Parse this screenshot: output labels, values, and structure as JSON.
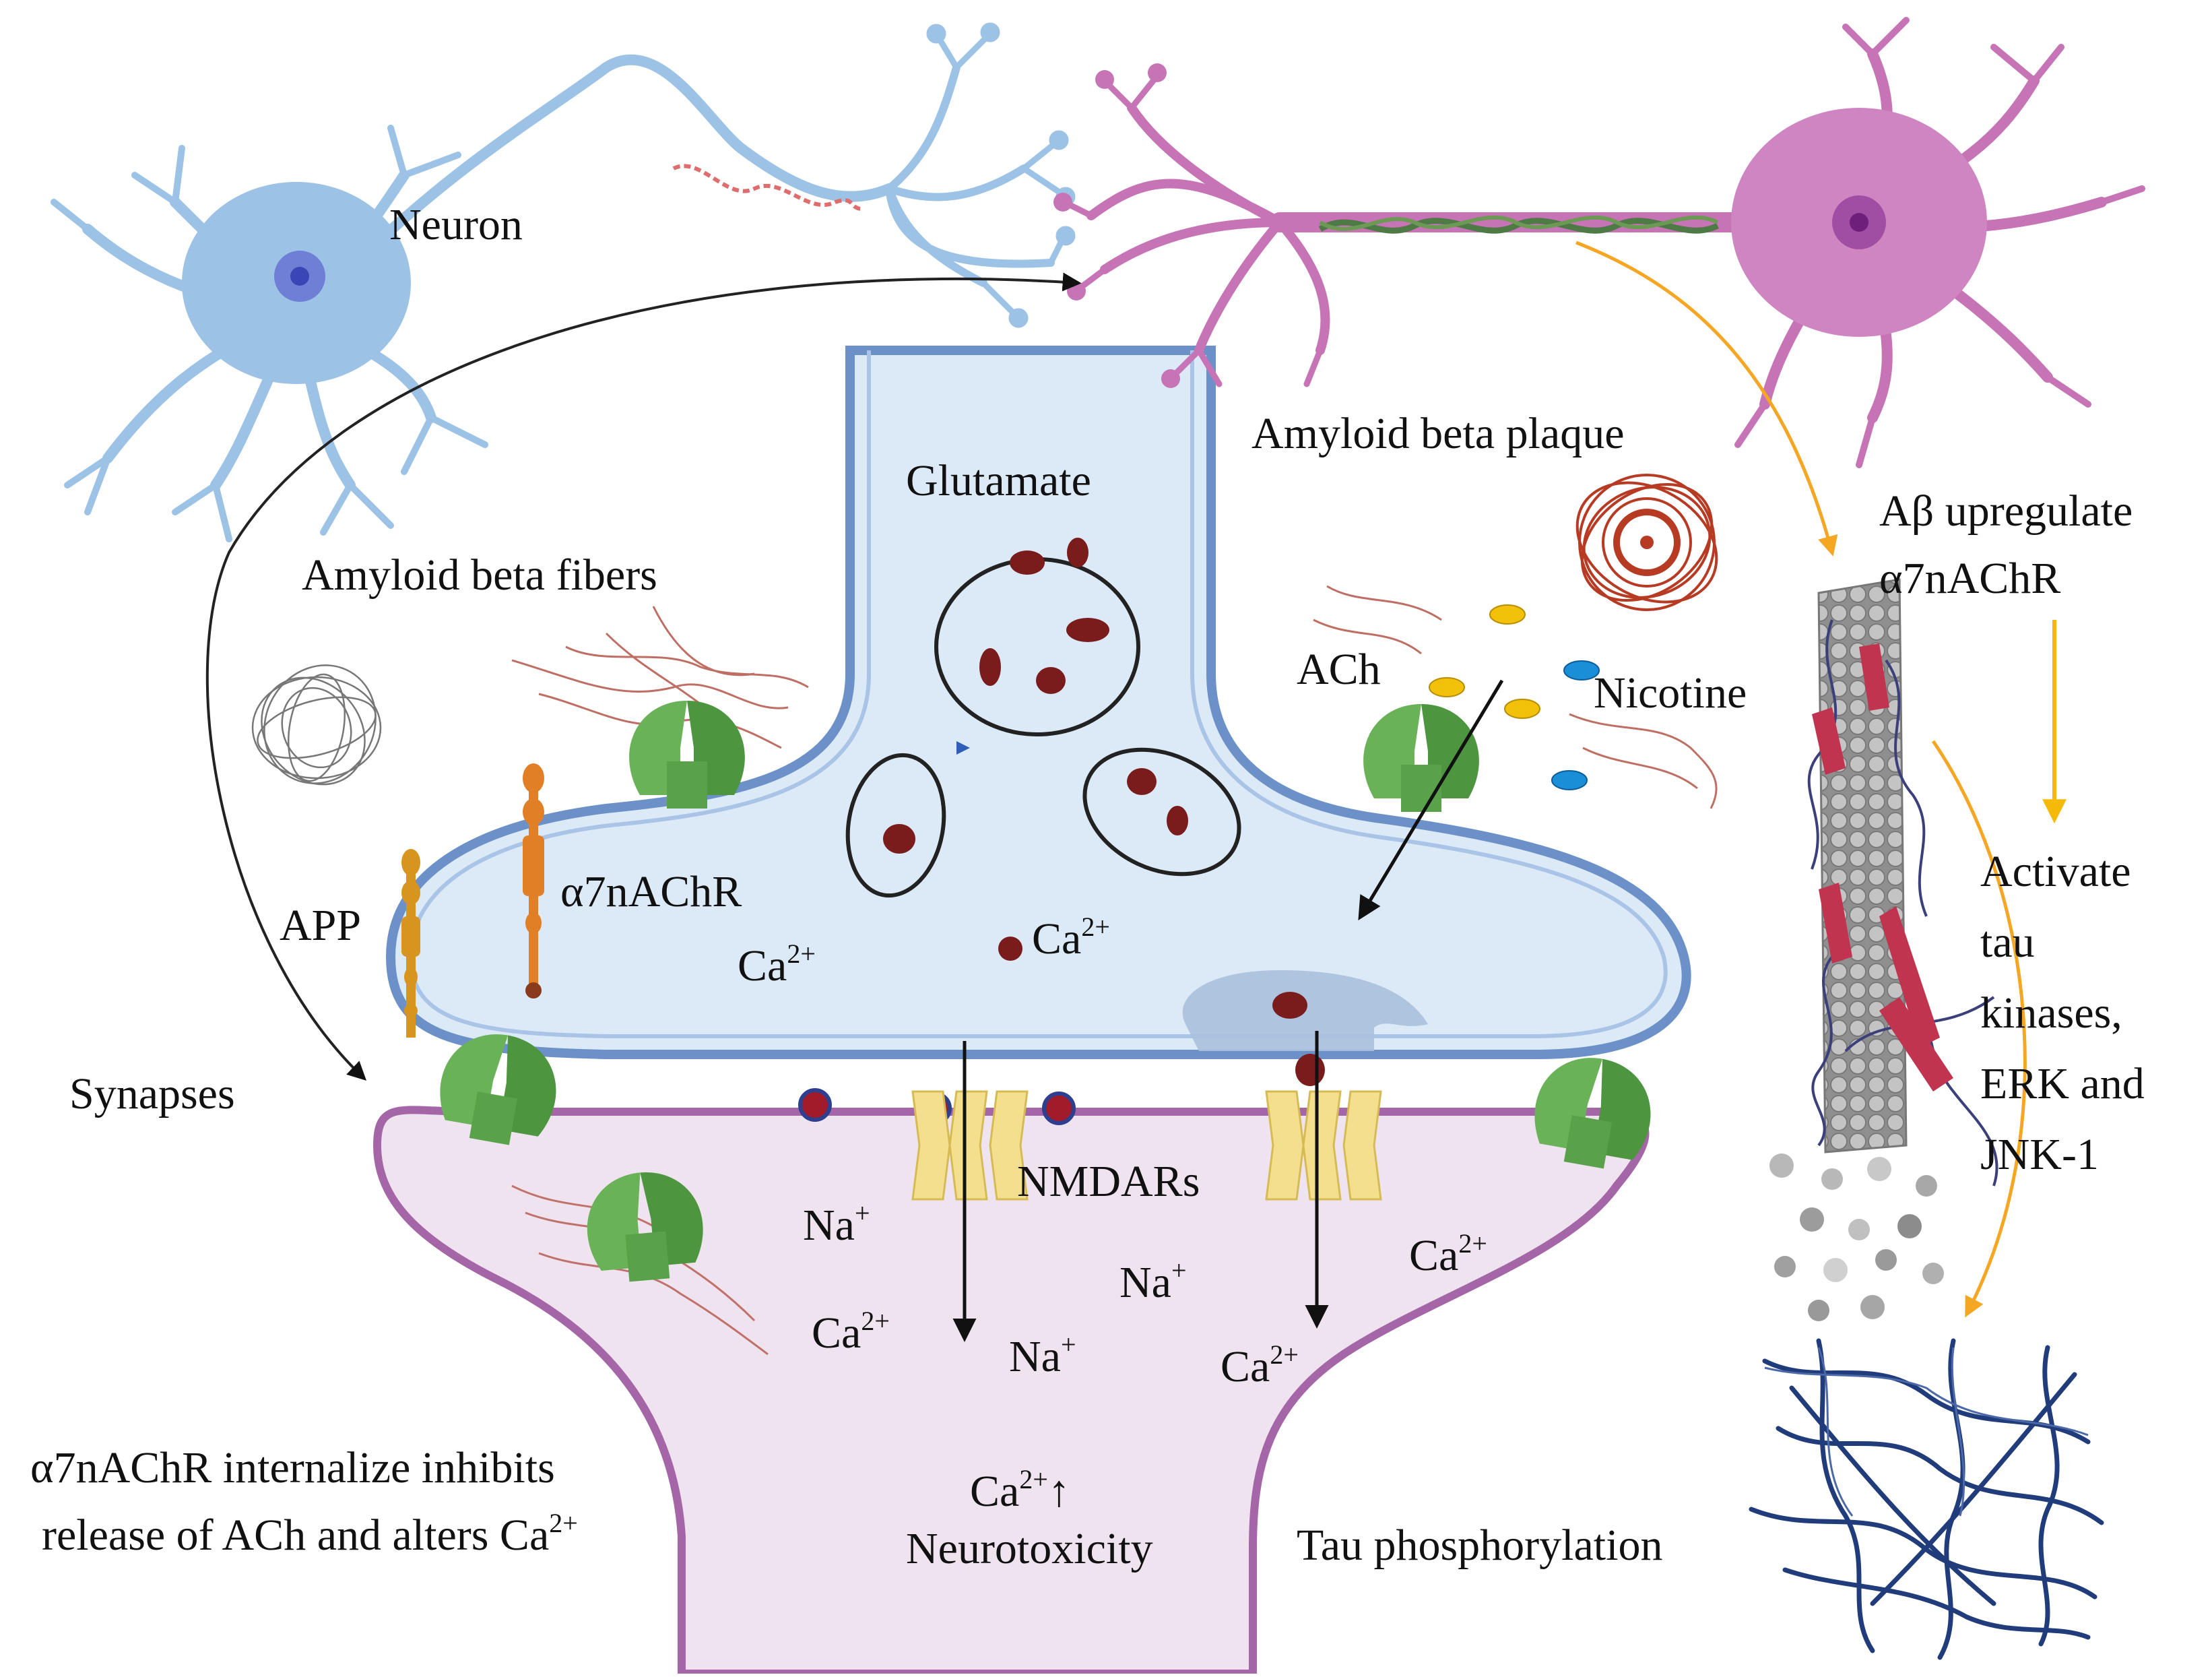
{
  "labels": {
    "neuron": "Neuron",
    "glutamate": "Glutamate",
    "amyloid_beta_plaque": "Amyloid beta plaque",
    "amyloid_beta_fibers": "Amyloid beta fibers",
    "ach": "ACh",
    "nicotine": "Nicotine",
    "app": "APP",
    "a7nachr": "α7nAChR",
    "synapses": "Synapses",
    "nmdars": "NMDARs",
    "ab_upregulate_1": "Aβ upregulate",
    "ab_upregulate_2": "α7nAChR",
    "activate_1": "Activate",
    "activate_2": "tau",
    "activate_3": "kinases,",
    "activate_4": "ERK and",
    "activate_5": "JNK-1",
    "internalize_1": "α7nAChR internalize inhibits",
    "internalize_2": "release of ACh and alters",
    "ca_sym": "Ca",
    "ca_charge": "2+",
    "na_sym": "Na",
    "na_charge": "+",
    "up_arrow": "↑",
    "neurotoxicity": "Neurotoxicity",
    "tau_phosphorylation": "Tau phosphorylation"
  },
  "colors": {
    "neuron_blue": "#9cc2e6",
    "neuron_blue_dark": "#6f9fd3",
    "nucleus_blue": "#5561c9",
    "neuron_pink": "#c774b6",
    "nucleus_pink": "#7a2c88",
    "presynaptic_fill": "#dce9f6",
    "presynaptic_stroke": "#6b91c8",
    "postsynaptic_fill": "#efe3ef",
    "postsynaptic_stroke": "#a466a7",
    "receptor_green": "#69b257",
    "nmdar_yellow": "#f4df8f",
    "vesicle_dot": "#7a1c1c",
    "ach_yellow": "#f2c10a",
    "nicotine_blue": "#1a8fd8",
    "fiber_red": "#b4554a",
    "arrow_orange": "#f5a623",
    "tangle_navy": "#213c7a",
    "microtubule_grey": "#9a9a9a",
    "tau_red": "#c0344f"
  }
}
